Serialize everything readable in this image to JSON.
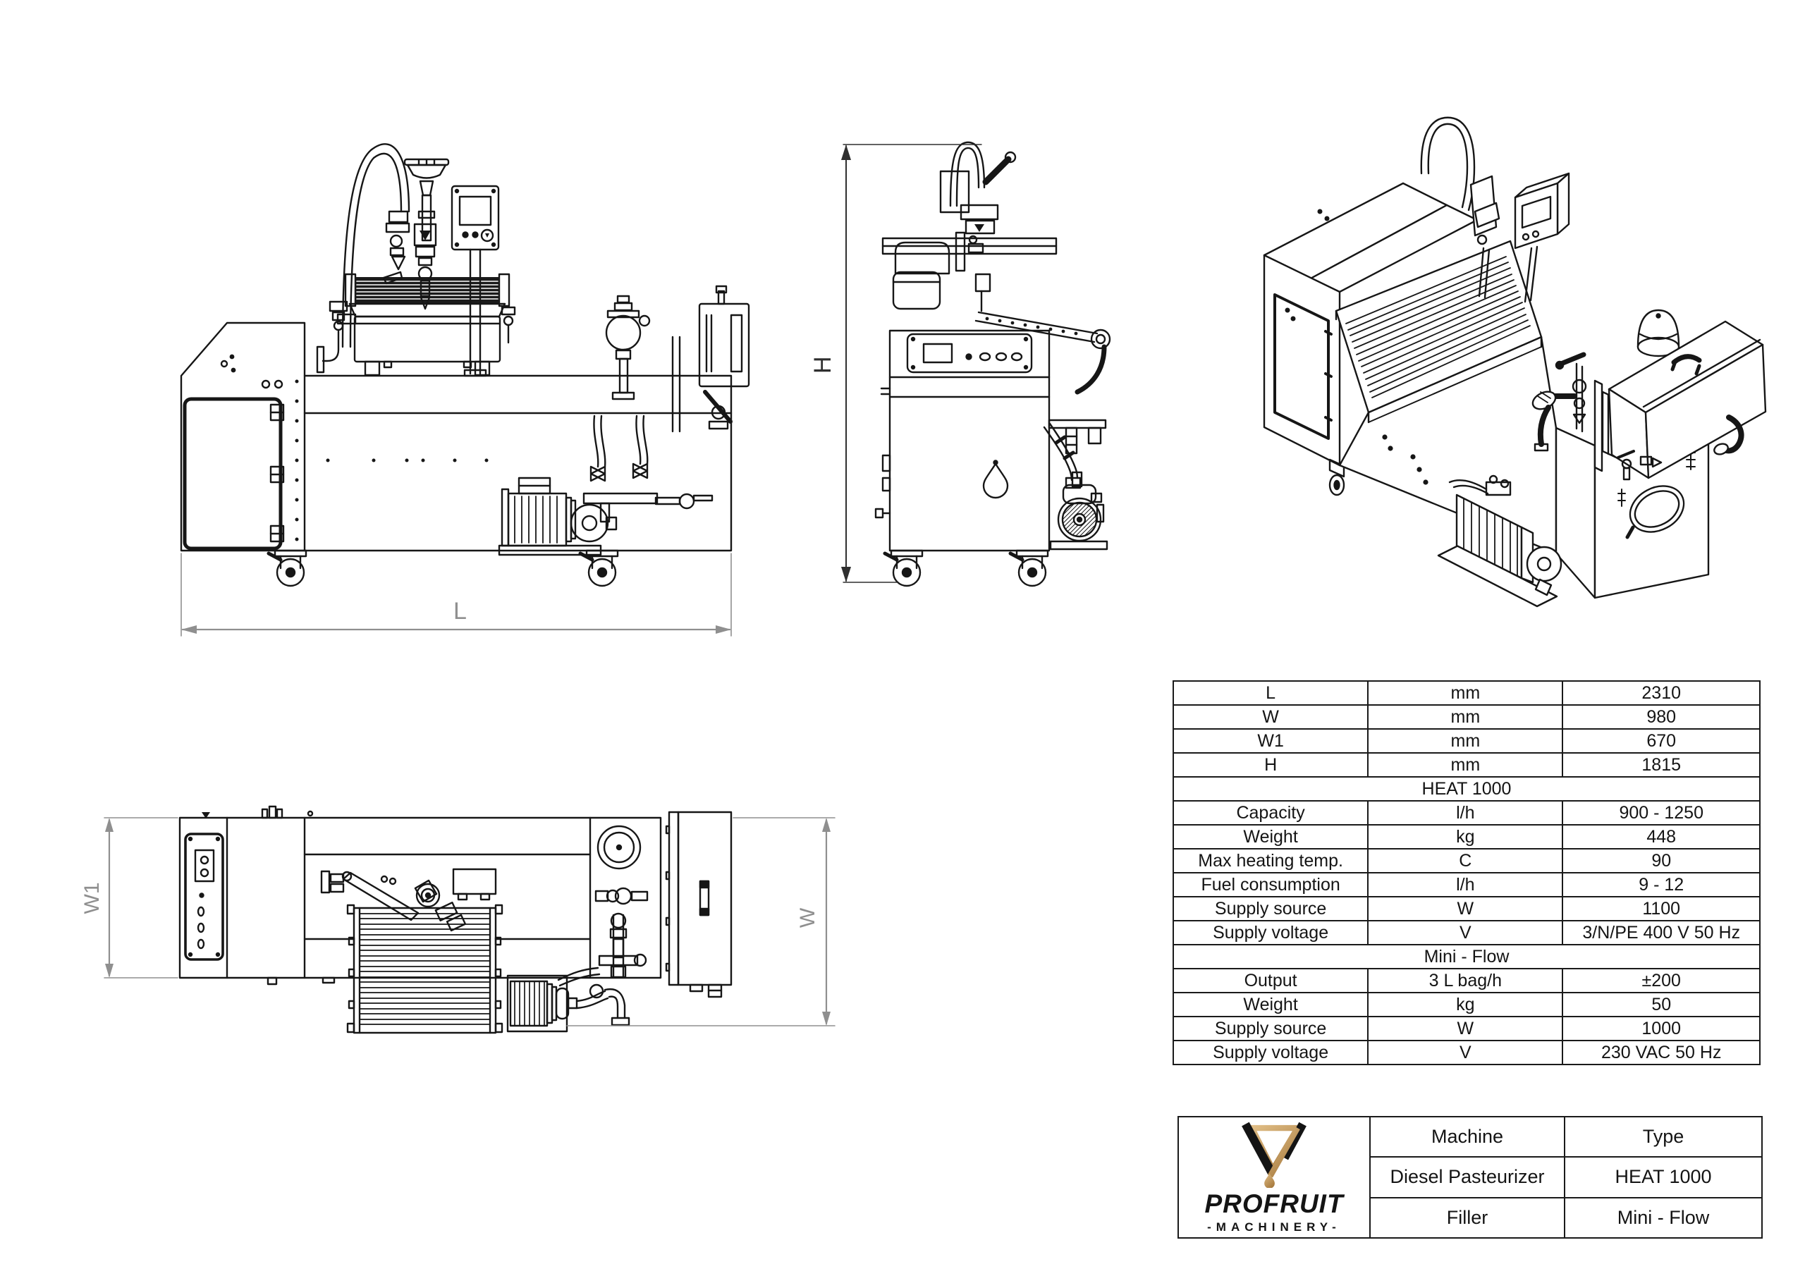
{
  "drawing": {
    "dimension_labels": {
      "length": "L",
      "height": "H",
      "width": "W",
      "width_partial": "W1"
    }
  },
  "spec_table": {
    "rows": [
      {
        "property": "L",
        "unit": "mm",
        "value": "2310"
      },
      {
        "property": "W",
        "unit": "mm",
        "value": "980"
      },
      {
        "property": "W1",
        "unit": "mm",
        "value": "670"
      },
      {
        "property": "H",
        "unit": "mm",
        "value": "1815"
      },
      {
        "section": "HEAT 1000"
      },
      {
        "property": "Capacity",
        "unit": "l/h",
        "value": "900 - 1250"
      },
      {
        "property": "Weight",
        "unit": "kg",
        "value": "448"
      },
      {
        "property": "Max heating temp.",
        "unit": "C",
        "value": "90"
      },
      {
        "property": "Fuel consumption",
        "unit": "l/h",
        "value": "9 - 12"
      },
      {
        "property": "Supply source",
        "unit": "W",
        "value": "1100"
      },
      {
        "property": "Supply voltage",
        "unit": "V",
        "value": "3/N/PE 400 V 50 Hz"
      },
      {
        "section": "Mini - Flow"
      },
      {
        "property": "Output",
        "unit": "3 L bag/h",
        "value": "±200"
      },
      {
        "property": "Weight",
        "unit": "kg",
        "value": "50"
      },
      {
        "property": "Supply source",
        "unit": "W",
        "value": "1000"
      },
      {
        "property": "Supply voltage",
        "unit": "V",
        "value": "230 VAC 50 Hz"
      }
    ]
  },
  "title_block": {
    "headers": {
      "machine": "Machine",
      "type": "Type"
    },
    "rows": [
      {
        "machine": "Diesel Pasteurizer",
        "type": "HEAT 1000"
      },
      {
        "machine": "Filler",
        "type": "Mini - Flow"
      }
    ],
    "logo": {
      "brand": "PROFRUIT",
      "subtitle": "-MACHINERY-"
    }
  },
  "colors": {
    "line": "#161616",
    "dimension": "#8f8f8f",
    "logo_gold": "#c89a58",
    "logo_black": "#141414"
  }
}
